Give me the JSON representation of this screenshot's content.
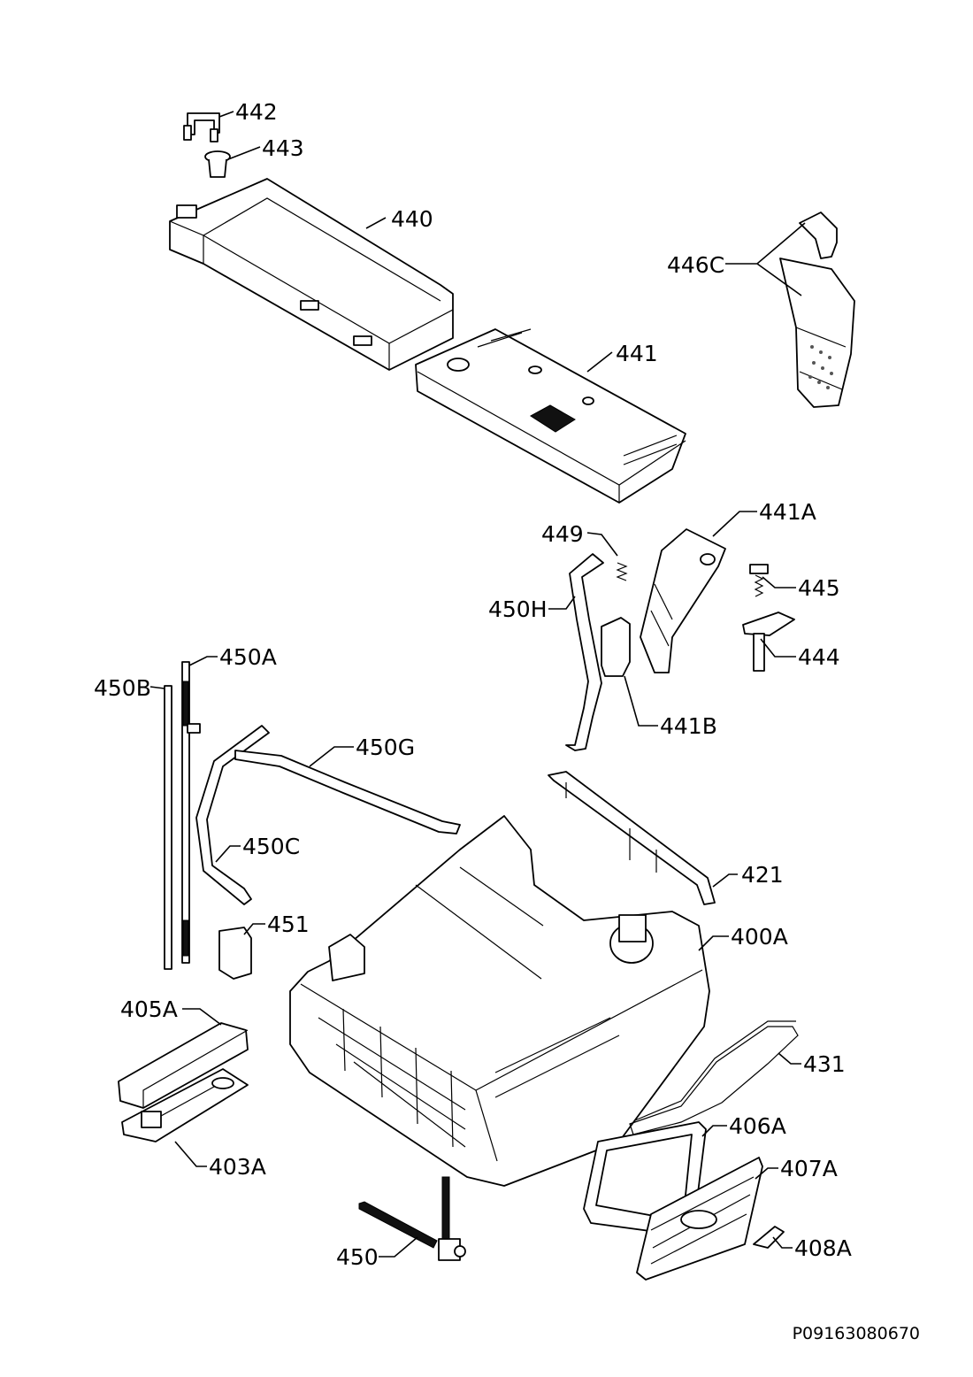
{
  "labels": {
    "442": "442",
    "443": "443",
    "440": "440",
    "446C": "446C",
    "441": "441",
    "449": "449",
    "441A": "441A",
    "445": "445",
    "450H": "450H",
    "444": "444",
    "450A": "450A",
    "450B": "450B",
    "441B": "441B",
    "450G": "450G",
    "450C": "450C",
    "421": "421",
    "451": "451",
    "400A": "400A",
    "405A": "405A",
    "431": "431",
    "406A": "406A",
    "403A": "403A",
    "407A": "407A",
    "450": "450",
    "408A": "408A"
  },
  "reference_code": "P09163080670"
}
